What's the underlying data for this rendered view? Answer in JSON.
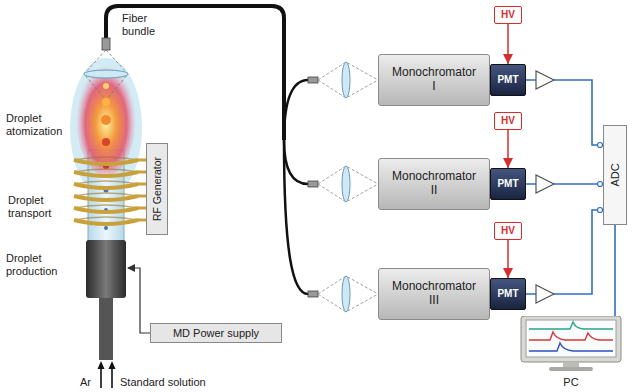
{
  "diagram": {
    "nodes": [
      {
        "text": [
          "RF Generator"
        ]
      },
      {
        "text": [
          "MD Power supply"
        ]
      },
      {
        "text": [
          "Monochromator I"
        ]
      },
      {
        "text": [
          "PMT"
        ]
      },
      {
        "text": [
          "HV"
        ]
      },
      {
        "text": [
          "Monochromator II"
        ]
      },
      {
        "text": [
          "PMT"
        ]
      },
      {
        "text": [
          "HV"
        ]
      },
      {
        "text": [
          "Monochromator III"
        ]
      },
      {
        "text": [
          "PMT"
        ]
      },
      {
        "text": [
          "HV"
        ]
      },
      {
        "text": [
          "ADC"
        ]
      },
      {
        "text": [
          "PC"
        ]
      }
    ],
    "edges": [
      {
        "from": 4,
        "to": 3,
        "arrow": "to"
      },
      {
        "from": 7,
        "to": 6,
        "arrow": "to"
      },
      {
        "from": 10,
        "to": 9,
        "arrow": "to"
      },
      {
        "from": 3,
        "to": 11,
        "arrow": "none"
      },
      {
        "from": 6,
        "to": 11,
        "arrow": "none"
      },
      {
        "from": 9,
        "to": 11,
        "arrow": "none"
      },
      {
        "from": 11,
        "to": 12,
        "arrow": "none"
      }
    ],
    "labels": [
      "Fiber bundle",
      "Droplet atomization",
      "Droplet transport",
      "Droplet production",
      "Ar",
      "Standard solution"
    ]
  }
}
